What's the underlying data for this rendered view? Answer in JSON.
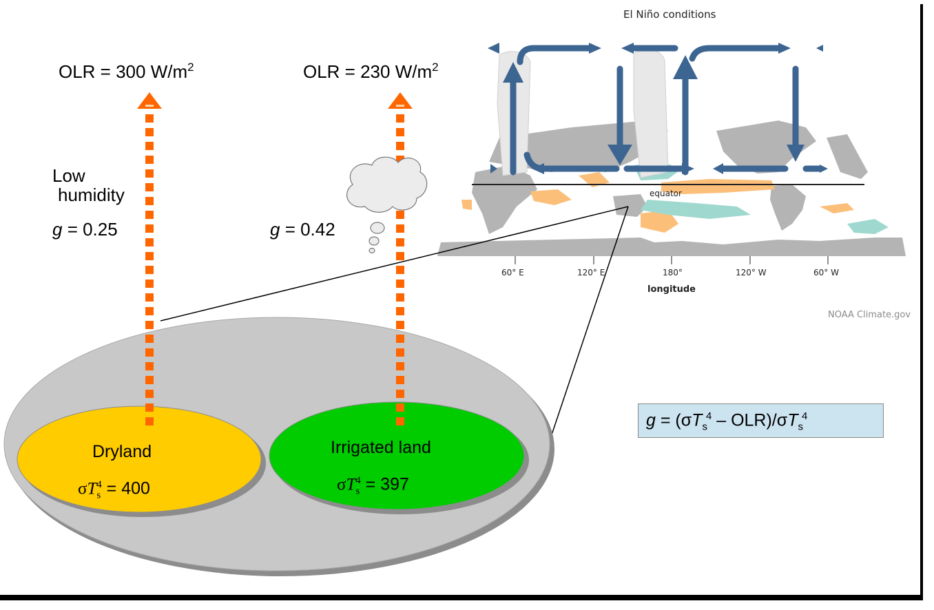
{
  "left_column": {
    "olr_label": "OLR = 300 W/m",
    "olr_unit_exponent": "2",
    "humidity_line1": "Low",
    "humidity_line2": "humidity",
    "g_symbol": "g",
    "g_value": " = 0.25"
  },
  "middle_column": {
    "olr_label": "OLR = 230 W/m",
    "olr_unit_exponent": "2",
    "g_symbol": "g",
    "g_value": " = 0.42",
    "cloud_icon": "cloud-thought-bubble"
  },
  "regions": {
    "dryland": {
      "name": "Dryland",
      "sigma": "σ",
      "T": "T",
      "subscript": "s",
      "exponent": "4",
      "value": " = 400",
      "color": "#ffcc00"
    },
    "irrigated": {
      "name": "Irrigated land",
      "sigma": "σ",
      "T": "T",
      "subscript": "s",
      "exponent": "4",
      "value": " = 397",
      "color": "#00cc00"
    },
    "outer_region_color": "#c8c8c8"
  },
  "formula": {
    "g": "g",
    "part1": " = (σ",
    "T1": "T",
    "sub1": "s",
    "exp1": "4",
    "part2": " – OLR)/σ",
    "T2": "T",
    "sub2": "s",
    "exp2": "4",
    "background": "#cce3f0"
  },
  "map": {
    "title": "El Niño conditions",
    "equator_label": "equator",
    "longitude_ticks": [
      "60° E",
      "120° E",
      "180°",
      "120° W",
      "60° W"
    ],
    "axis_label": "longitude",
    "credit": "NOAA Climate.gov",
    "colors": {
      "land": "#b4b4b4",
      "warm_anomaly": "#fbbf7a",
      "cool_anomaly": "#9fd8cf",
      "circulation_arrows": "#3d6591"
    }
  },
  "arrow_color": "#ff6600"
}
